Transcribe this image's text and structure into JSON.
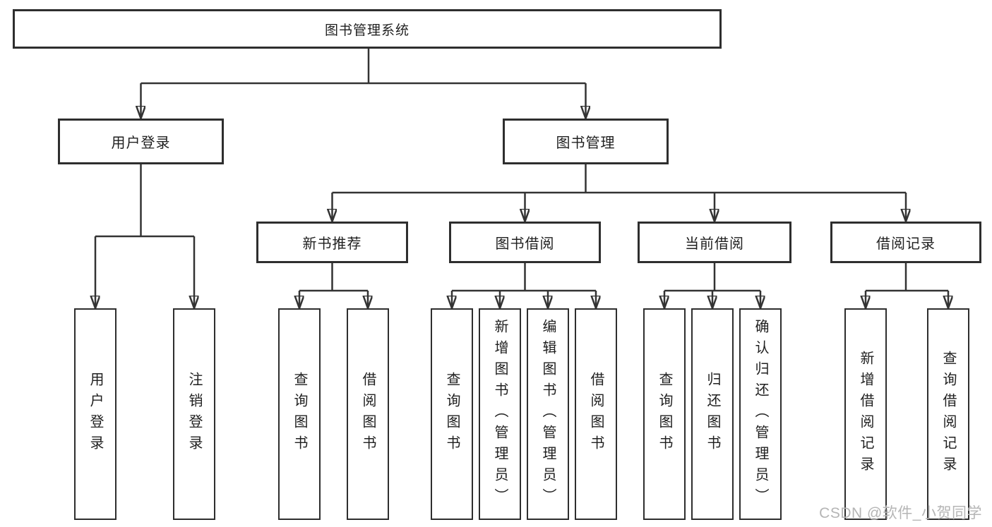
{
  "tree": {
    "root": {
      "label": "图书管理系统",
      "children": [
        {
          "label": "用户登录",
          "children": [
            {
              "label": "用户登录"
            },
            {
              "label": "注销登录"
            }
          ]
        },
        {
          "label": "图书管理",
          "children": [
            {
              "label": "新书推荐",
              "children": [
                {
                  "label": "查询图书"
                },
                {
                  "label": "借阅图书"
                }
              ]
            },
            {
              "label": "图书借阅",
              "children": [
                {
                  "label": "查询图书"
                },
                {
                  "label": "新增图书（管理员）"
                },
                {
                  "label": "编辑图书（管理员）"
                },
                {
                  "label": "借阅图书"
                }
              ]
            },
            {
              "label": "当前借阅",
              "children": [
                {
                  "label": "查询图书"
                },
                {
                  "label": "归还图书"
                },
                {
                  "label": "确认归还（管理员）"
                }
              ]
            },
            {
              "label": "借阅记录",
              "children": [
                {
                  "label": "新增借阅记录"
                },
                {
                  "label": "查询借阅记录"
                }
              ]
            }
          ]
        }
      ]
    }
  },
  "watermark": {
    "text": "CSDN @软件_小贺同学"
  },
  "colors": {
    "background": "#ffffff",
    "box_fill": "#ffffff",
    "box_border": "#2e2e2e",
    "line": "#333333",
    "text": "#1f1f1f",
    "watermark": "#b5b5b5"
  }
}
